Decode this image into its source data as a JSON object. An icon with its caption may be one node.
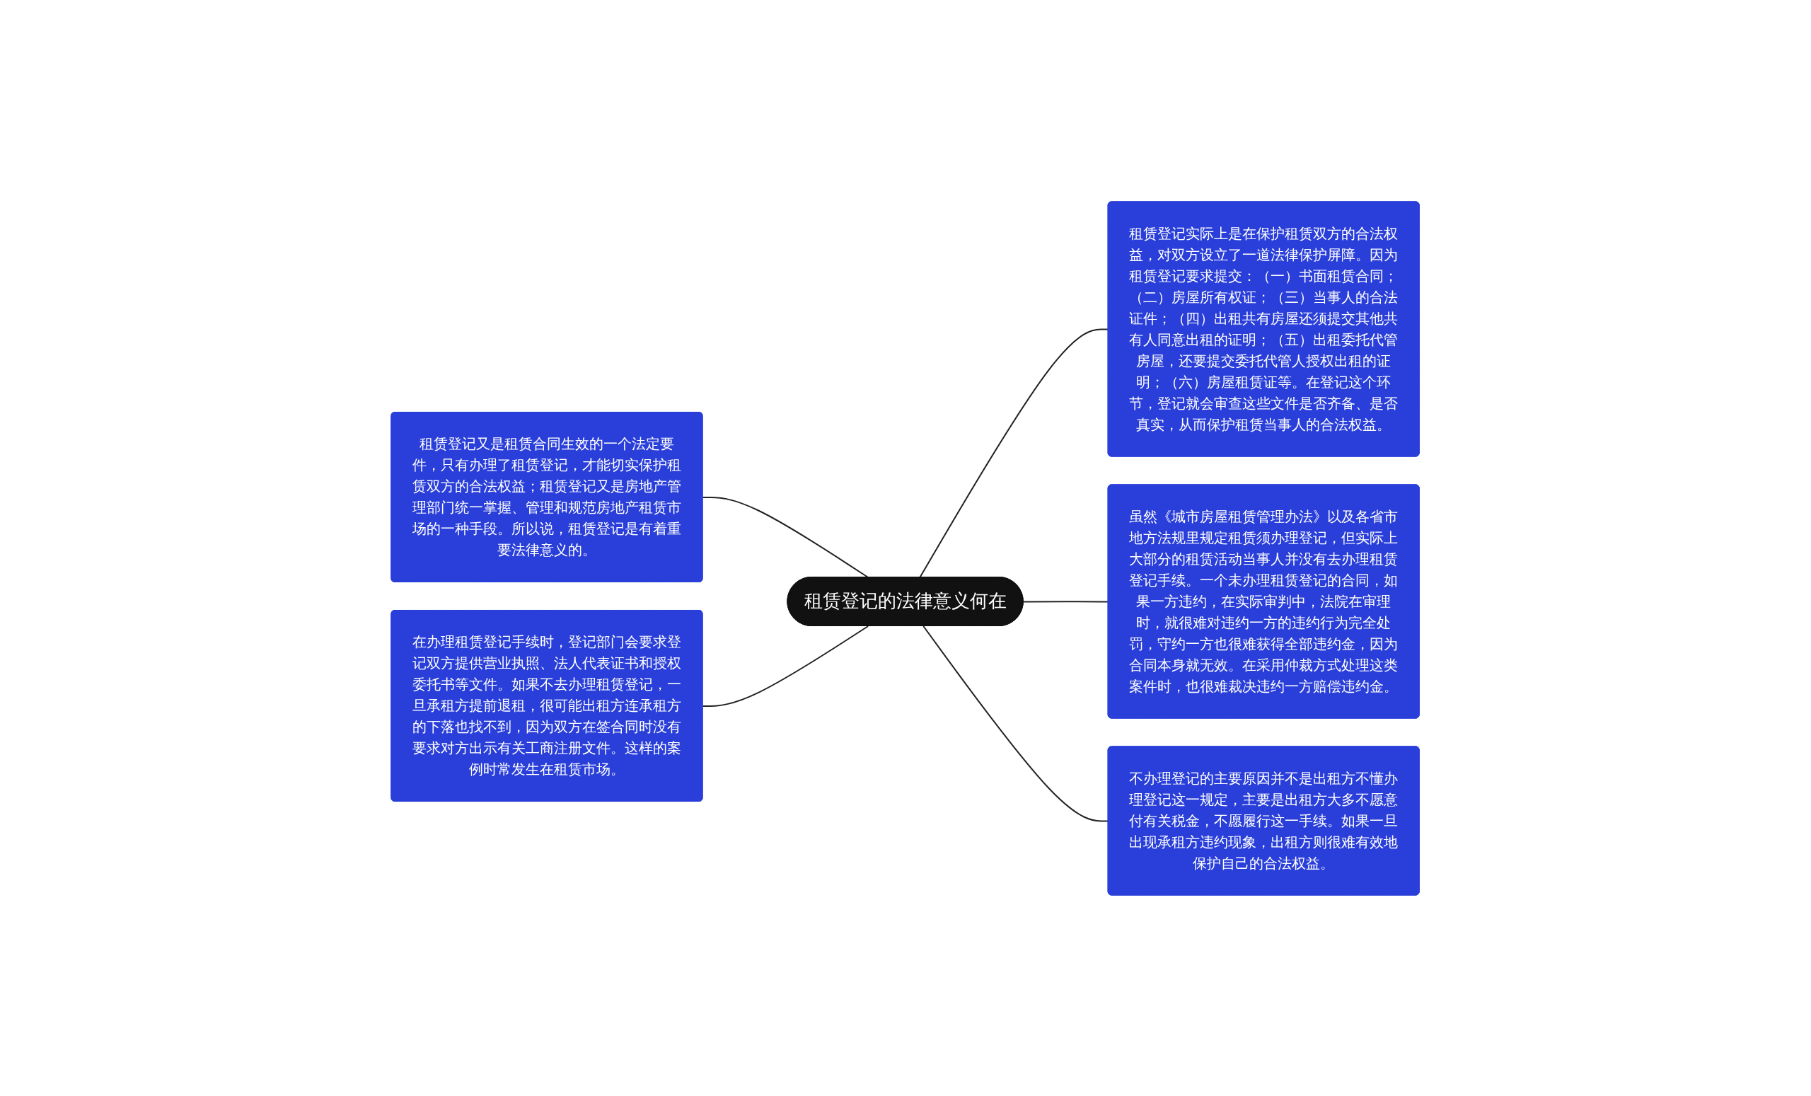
{
  "diagram": {
    "nodes": [
      {
        "text": [
          "租赁登记的法律意义何在"
        ]
      },
      {
        "text": [
          "租赁登记又是租赁合同生效的一个法定要件，只有办理了租赁登记，才能切实保护租赁双方的合法权益；租赁登记又是房地产管理部门统一掌握、管理和规范房地产租赁市场的一种手段。所以说，租赁登记是有着重要法律意义的。"
        ]
      },
      {
        "text": [
          "在办理租赁登记手续时，登记部门会要求登记双方提供营业执照、法人代表证书和授权委托书等文件。如果不去办理租赁登记，一旦承租方提前退租，很可能出租方连承租方的下落也找不到，因为双方在签合同时没有要求对方出示有关工商注册文件。这样的案例时常发生在租赁市场。"
        ]
      },
      {
        "text": [
          "租赁登记实际上是在保护租赁双方的合法权益，对双方设立了一道法律保护屏障。因为租赁登记要求提交：（一）书面租赁合同；（二）房屋所有权证；（三）当事人的合法证件；（四）出租共有房屋还须提交其他共有人同意出租的证明；（五）出租委托代管房屋，还要提交委托代管人授权出租的证明；（六）房屋租赁证等。在登记这个环节，登记就会审查这些文件是否齐备、是否真实，从而保护租赁当事人的合法权益。"
        ]
      },
      {
        "text": [
          "虽然《城市房屋租赁管理办法》以及各省市地方法规里规定租赁须办理登记，但实际上大部分的租赁活动当事人并没有去办理租赁登记手续。一个未办理租赁登记的合同，如果一方违约，在实际审判中，法院在审理时，就很难对违约一方的违约行为完全处罚，守约一方也很难获得全部违约金，因为合同本身就无效。在采用仲裁方式处理这类案件时，也很难裁决违约一方赔偿违约金。"
        ]
      },
      {
        "text": [
          "不办理登记的主要原因并不是出租方不懂办理登记这一规定，主要是出租方大多不愿意付有关税金，不愿履行这一手续。如果一旦出现承租方违约现象，出租方则很难有效地保护自己的合法权益。"
        ]
      }
    ],
    "edges": [
      {
        "from": 0,
        "to": 1,
        "arrow": "none"
      },
      {
        "from": 0,
        "to": 2,
        "arrow": "none"
      },
      {
        "from": 0,
        "to": 3,
        "arrow": "none"
      },
      {
        "from": 0,
        "to": 4,
        "arrow": "none"
      },
      {
        "from": 0,
        "to": 5,
        "arrow": "none"
      }
    ]
  }
}
